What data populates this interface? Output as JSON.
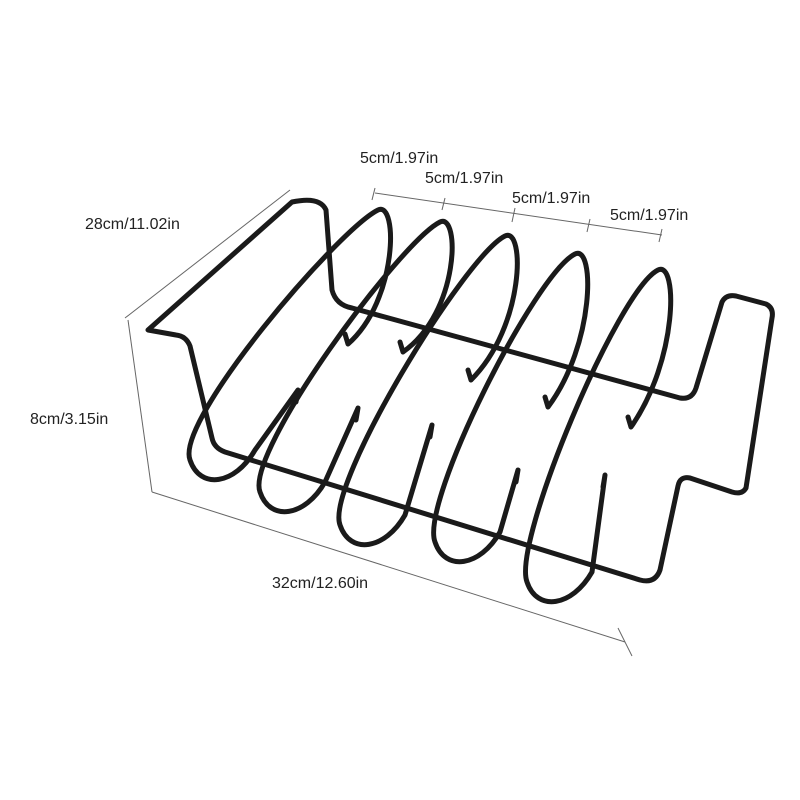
{
  "dimensions": {
    "spacing": [
      "5cm/1.97in",
      "5cm/1.97in",
      "5cm/1.97in",
      "5cm/1.97in"
    ],
    "depth": "28cm/11.02in",
    "height": "8cm/3.15in",
    "length": "32cm/12.60in"
  },
  "colors": {
    "wire": "#1a1a1a",
    "dimension_line": "#555555"
  }
}
